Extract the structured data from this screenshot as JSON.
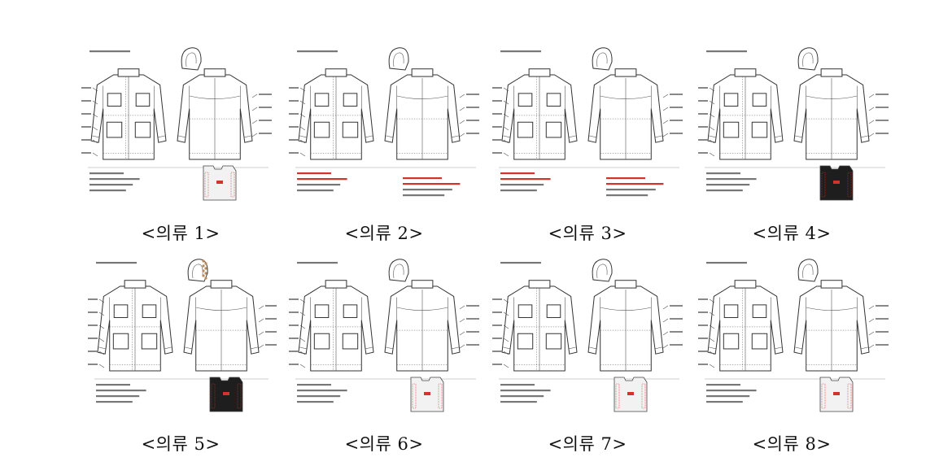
{
  "figures": [
    {
      "caption": "<의류 1>",
      "variant": "light",
      "hood": "open",
      "swatch": "light"
    },
    {
      "caption": "<의류 2>",
      "variant": "light",
      "hood": "open",
      "swatch": "none"
    },
    {
      "caption": "<의류 3>",
      "variant": "light",
      "hood": "open",
      "swatch": "none"
    },
    {
      "caption": "<의류 4>",
      "variant": "collar-dark",
      "hood": "open",
      "swatch": "dark"
    },
    {
      "caption": "<의류 5>",
      "variant": "light",
      "hood": "fur",
      "swatch": "dark"
    },
    {
      "caption": "<의류 6>",
      "variant": "light",
      "hood": "open",
      "swatch": "light"
    },
    {
      "caption": "<의류 7>",
      "variant": "light",
      "hood": "open",
      "swatch": "light"
    },
    {
      "caption": "<의류 8>",
      "variant": "light",
      "hood": "open",
      "swatch": "light"
    }
  ],
  "colors": {
    "line": "#333333",
    "dark_fabric": "#1e1e1e",
    "red_note": "#d0342c"
  }
}
